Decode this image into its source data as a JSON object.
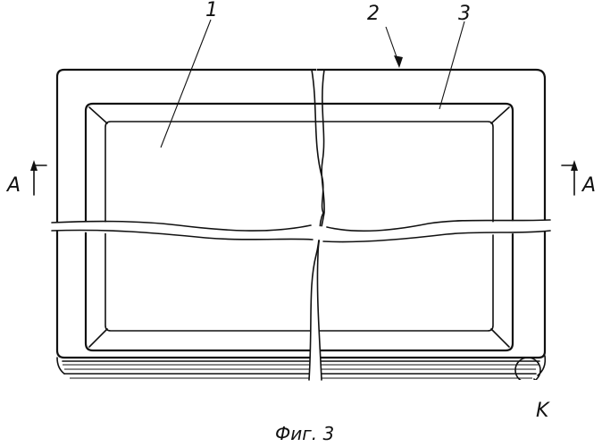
{
  "figure": {
    "labels": {
      "part1": "1",
      "part2": "2",
      "part3": "3",
      "section_left": "A",
      "section_right": "A",
      "detail": "K"
    },
    "caption": "Фиг. 3"
  }
}
